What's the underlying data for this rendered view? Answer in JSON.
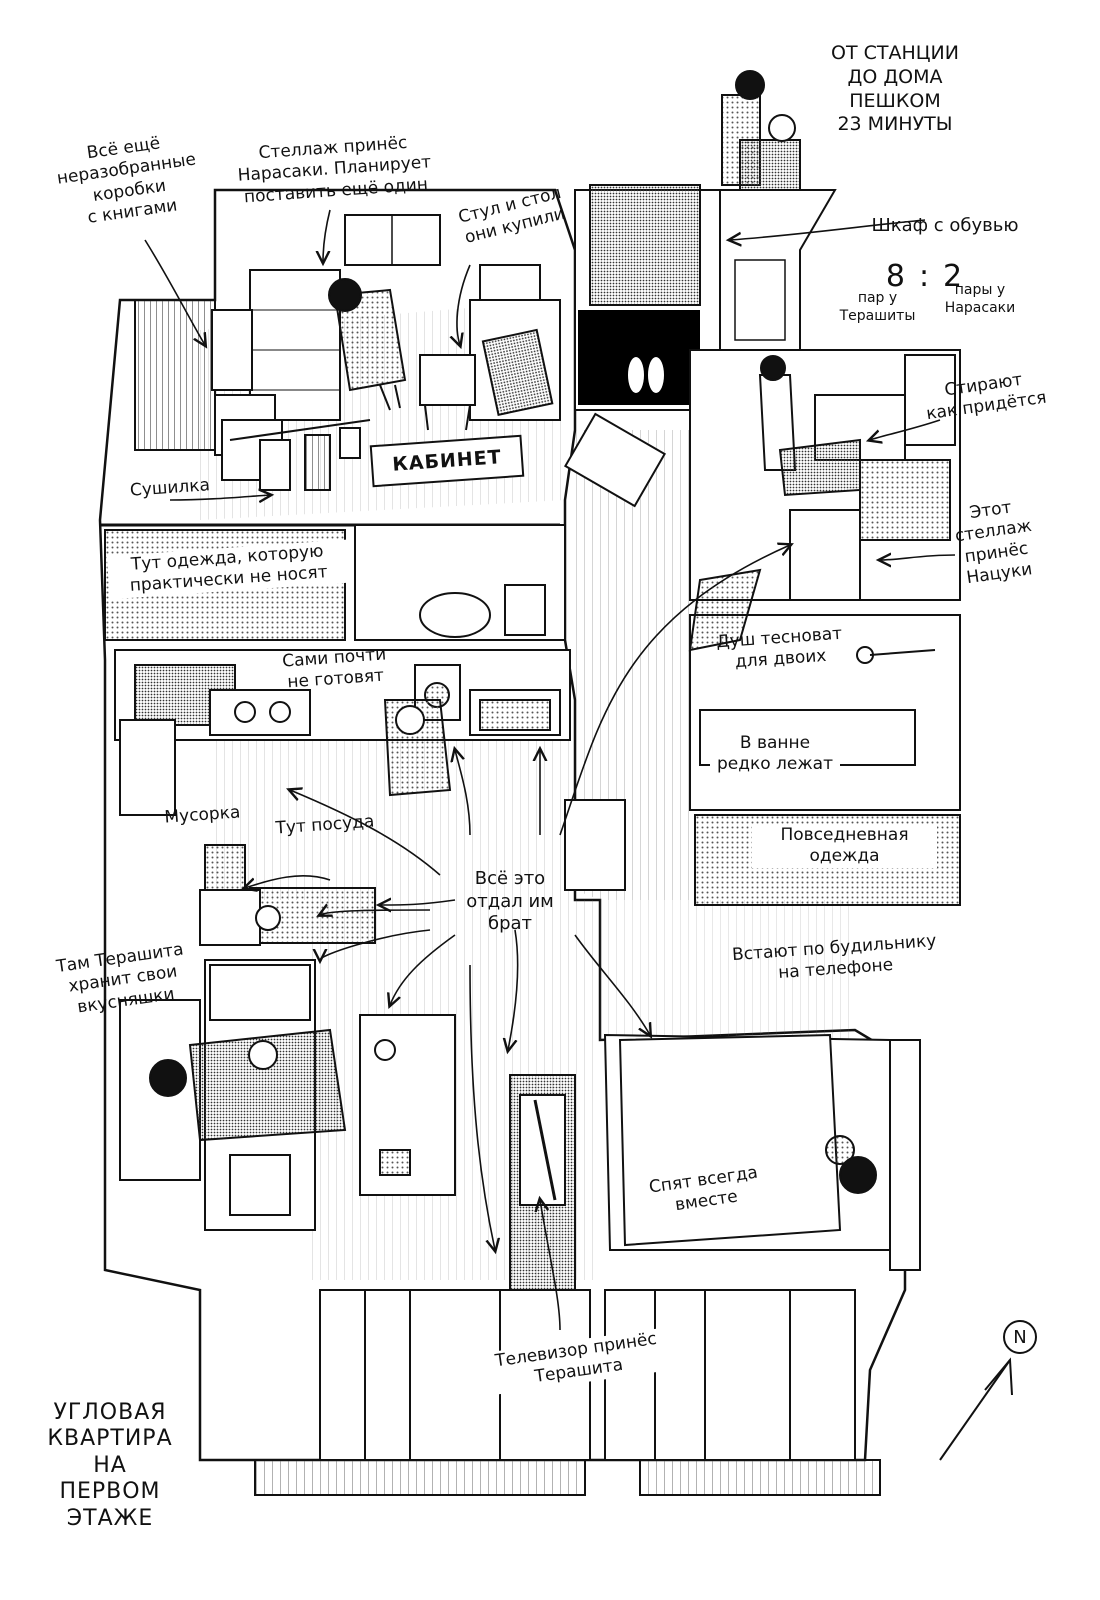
{
  "labels": {
    "station_walk": "ОТ СТАНЦИИ\nДО ДОМА ПЕШКОМ\n23 МИНУТЫ",
    "unpacked_boxes": "Всё ещё\nнеразобранные\nкоробки\nс книгами",
    "shelf_narasaki": "Стеллаж принёс\nНарасаки. Планирует\nпоставить ещё один",
    "chair_table": "Стул и стол\nони купили",
    "shoe_cabinet": "Шкаф с обувью",
    "ratio_left": "8",
    "ratio_sep": ":",
    "ratio_right": "2",
    "pairs_terashima": "пар у\nТерашиты",
    "pairs_narasaki": "пары у\nНарасаки",
    "laundry": "Стирают\nкак придётся",
    "shelf_natsuki": "Этот\nстеллаж\nпринёс\nНацуки",
    "dryer": "Сушилка",
    "cabinet": "КАБИНЕТ",
    "rare_clothes": "Тут одежда, которую\nпрактически не носят",
    "rarely_cook": "Сами почти\nне готовят",
    "shower": "Душ тесноват\nдля двоих",
    "bath": "В ванне\nредко лежат",
    "trash": "Мусорка",
    "dishes": "Тут посуда",
    "everyday_clothes": "Повседневная одежда",
    "brother_gave": "Всё это\nотдал им\nбрат",
    "snacks": "Там Терашита\nхранит свои\nвкусняшки",
    "alarm": "Встают по будильнику\nна телефоне",
    "sleep_together": "Спят всегда\nвместе",
    "tv": "Телевизор принёс\nТерашита",
    "apartment": "УГЛОВАЯ\nКВАРТИРА\nНА ПЕРВОМ\nЭТАЖЕ",
    "compass": "N"
  }
}
